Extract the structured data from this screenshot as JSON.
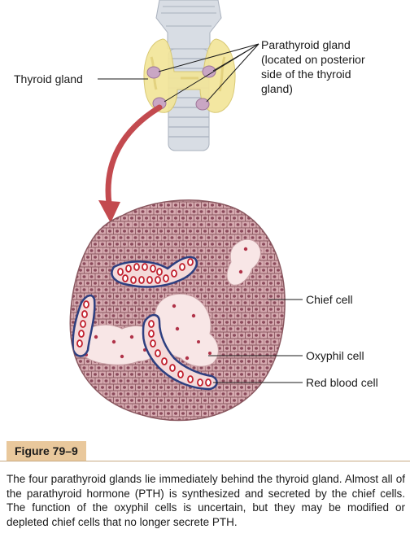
{
  "labels": {
    "thyroid": "Thyroid gland",
    "parathyroid": [
      "Parathyroid gland",
      "(located on posterior",
      "side of the thyroid",
      "gland)"
    ],
    "chief": "Chief cell",
    "oxyphil": "Oxyphil cell",
    "rbc": "Red blood cell"
  },
  "figure": {
    "title": "Figure 79–9",
    "caption": "The four parathyroid glands lie immediately behind the thyroid gland. Almost all of the parathyroid hormone (PTH) is synthesized and secreted by the chief cells. The function of the oxyphil cells is uncertain, but they may be modified or depleted chief cells that no longer secrete PTH."
  },
  "colors": {
    "arrow": "#c34a4f",
    "tissue": "#c99ca2",
    "cell_border": "#8a5860",
    "nucleus": "#8a4a5b",
    "vessel": "#2d3f80",
    "rbc": "#c0202e",
    "thyroid": "#f2e59a",
    "trachea": "#d8dde4",
    "parathyroid": "#c9a6c4"
  }
}
